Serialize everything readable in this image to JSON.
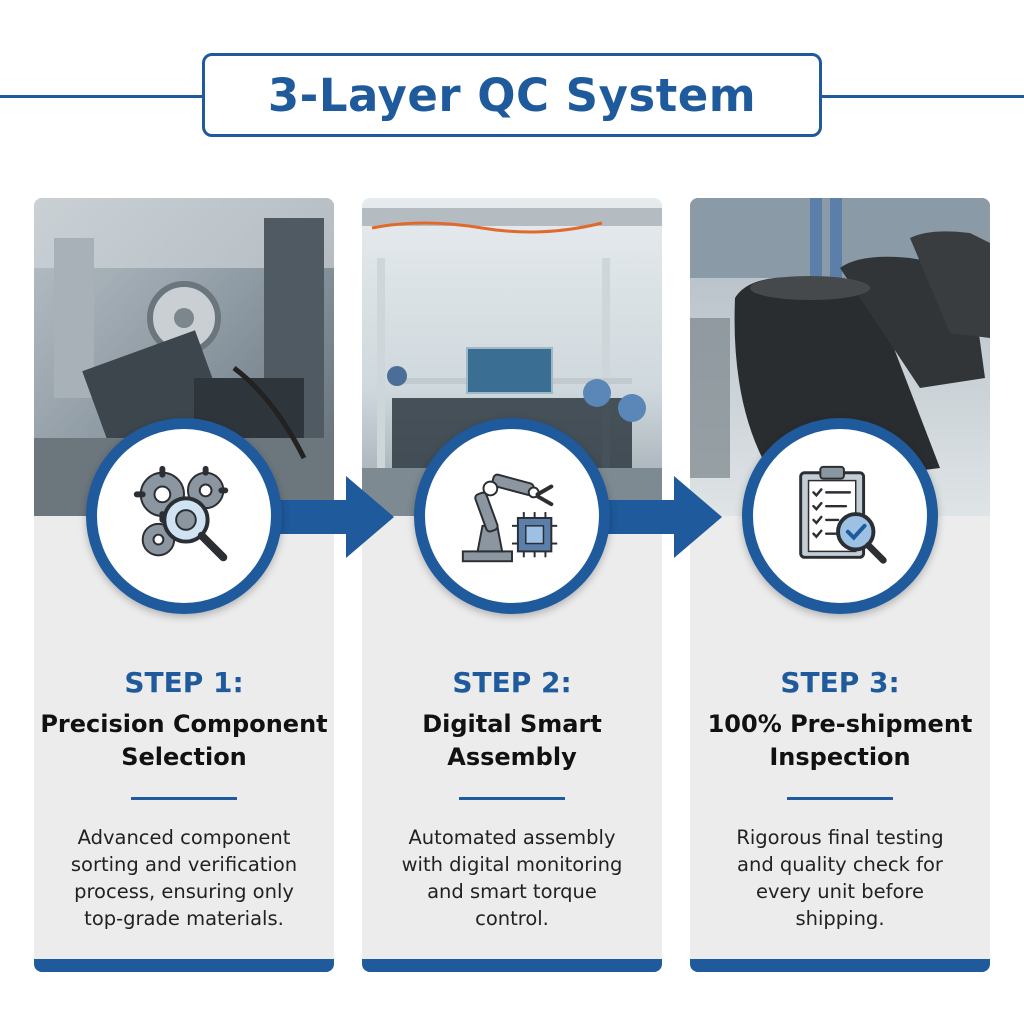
{
  "title": "3-Layer QC System",
  "colors": {
    "accent": "#1e5a9c",
    "card_bg": "#ececec",
    "icon_fill": "#8c96a0"
  },
  "steps": [
    {
      "label": "STEP 1:",
      "title_line1": "Precision Component",
      "title_line2": "Selection",
      "desc_line1": "Advanced component",
      "desc_line2": "sorting and verification",
      "desc_line3": "process, ensuring only",
      "desc_line4": "top-grade materials.",
      "icon": "gears-magnifier-icon",
      "photo": "machinery-photo"
    },
    {
      "label": "STEP 2:",
      "title_line1": "Digital Smart",
      "title_line2": "Assembly",
      "desc_line1": "Automated assembly",
      "desc_line2": "with digital monitoring",
      "desc_line3": "and smart torque",
      "desc_line4": "control.",
      "icon": "robot-arm-chip-icon",
      "photo": "assembly-line-photo"
    },
    {
      "label": "STEP 3:",
      "title_line1": "100% Pre-shipment",
      "title_line2": "Inspection",
      "desc_line1": "Rigorous final testing",
      "desc_line2": "and quality check for",
      "desc_line3": "every unit before",
      "desc_line4": "shipping.",
      "icon": "clipboard-checkmark-icon",
      "photo": "speaker-housing-photo"
    }
  ]
}
